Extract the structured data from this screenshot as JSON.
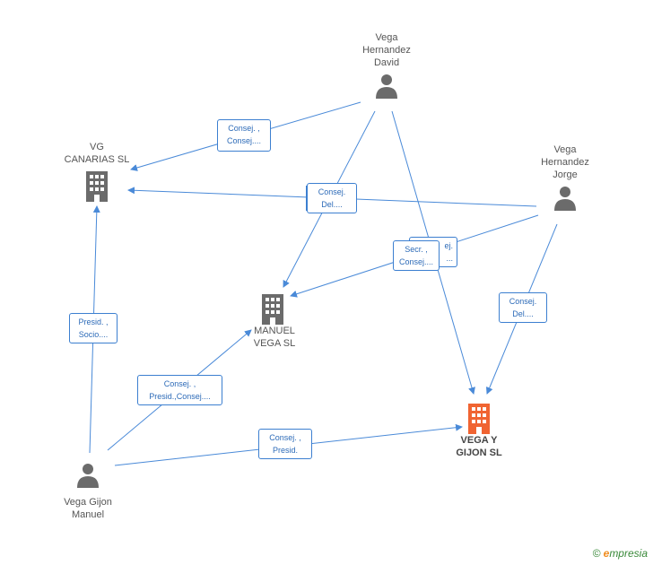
{
  "colors": {
    "edge": "#4a8ad8",
    "company": "#6b6b6b",
    "person": "#6b6b6b",
    "focus": "#f06432"
  },
  "nodes": {
    "vega_david": {
      "label": "Vega\nHernandez\nDavid",
      "type": "person"
    },
    "vega_jorge": {
      "label": "Vega\nHernandez\nJorge",
      "type": "person"
    },
    "vg_canarias": {
      "label": "VG\nCANARIAS SL",
      "type": "company"
    },
    "manuel_vega": {
      "label": "MANUEL\nVEGA SL",
      "type": "company"
    },
    "vega_gijon_sl": {
      "label": "VEGA Y\nGIJON SL",
      "type": "company-focus"
    },
    "vega_gijon_manuel": {
      "label": "Vega Gijon\nManuel",
      "type": "person"
    }
  },
  "edge_labels": [
    "Consej. ,\nConsej....",
    "Consej.\nDel....",
    "Secr. ,\nConsej....",
    "Consej.\nDel....",
    "Presid. ,\nSocio....",
    "Consej. ,\nPresid.,Consej....",
    "Consej. ,\nPresid."
  ],
  "brand": {
    "copyright": "©",
    "e": "e",
    "rest": "mpresia"
  }
}
